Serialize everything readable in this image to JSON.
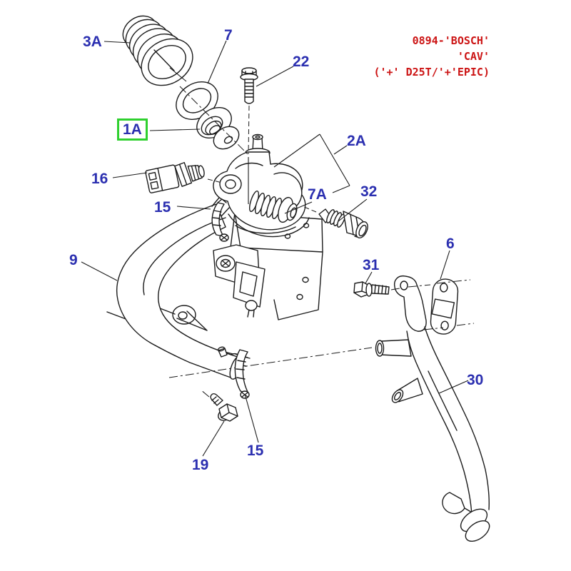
{
  "diagram": {
    "background": "#ffffff",
    "line_color": "#1c1c1c",
    "label_color": "#2b2fb0",
    "note_color": "#cc1414",
    "highlight": {
      "label": "1A",
      "box_color": "#2fd02f"
    }
  },
  "note": {
    "lines": [
      "0894-'BOSCH'",
      "'CAV'",
      "('+' D25T/'+'EPIC)"
    ]
  },
  "labels": {
    "l3A": "3A",
    "l7": "7",
    "l22": "22",
    "l1A": "1A",
    "l2A": "2A",
    "l16": "16",
    "l15top": "15",
    "l7A": "7A",
    "l32": "32",
    "l9": "9",
    "l31": "31",
    "l6": "6",
    "l30": "30",
    "l19": "19",
    "l15bot": "15"
  }
}
